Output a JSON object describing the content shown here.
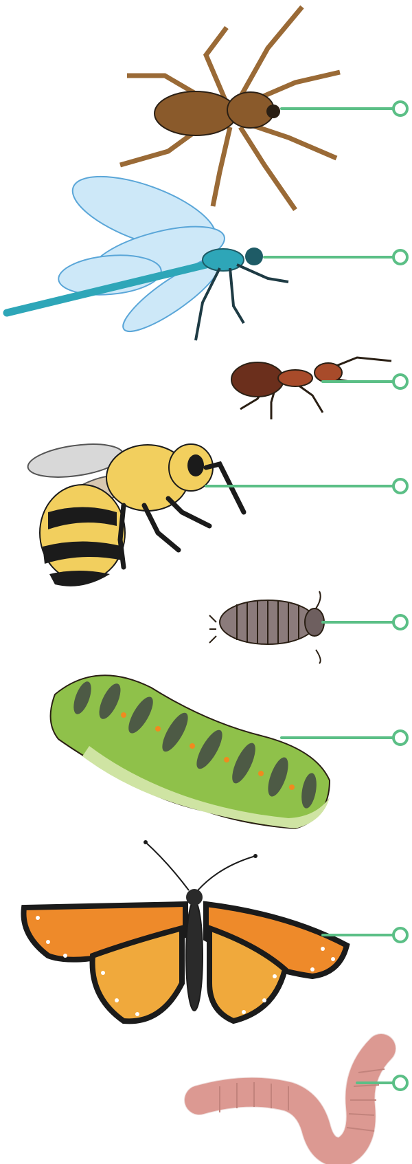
{
  "palette": {
    "connector": "#5bbf86",
    "outline": "#2a1f14",
    "spider_body": "#8a5a2b",
    "spider_leg": "#9a6a36",
    "dragonfly_wing": "#9fd0f0",
    "dragonfly_body": "#2ea6b8",
    "ant_body": "#a84b2a",
    "bee_yellow": "#f2cf5e",
    "bee_black": "#1b1b1b",
    "woodlouse": "#8b7b7b",
    "caterpillar_green": "#8fc14a",
    "caterpillar_dark": "#4d5a45",
    "caterpillar_orange": "#f08a1f",
    "caterpillar_belly": "#cfe4a3",
    "butterfly_orange": "#ee8a2a",
    "butterfly_black": "#1b1b1b",
    "worm_pink": "#e9a7a0"
  },
  "creatures": [
    {
      "id": "spider",
      "icon": "spider-icon"
    },
    {
      "id": "dragonfly",
      "icon": "dragonfly-icon"
    },
    {
      "id": "ant",
      "icon": "ant-icon"
    },
    {
      "id": "bee",
      "icon": "bee-icon"
    },
    {
      "id": "woodlouse",
      "icon": "woodlouse-icon"
    },
    {
      "id": "caterpillar",
      "icon": "caterpillar-icon"
    },
    {
      "id": "butterfly",
      "icon": "butterfly-icon"
    },
    {
      "id": "worm",
      "icon": "worm-icon"
    }
  ]
}
